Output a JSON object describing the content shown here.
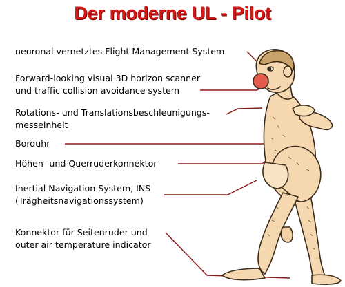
{
  "title": "Der moderne UL - Pilot",
  "labels": [
    {
      "line1": "neuronal vernetztes Flight Management System",
      "line2": ""
    },
    {
      "line1": "Forward-looking visual 3D horizon scanner",
      "line2": "und traffic collision avoidance system"
    },
    {
      "line1": "Rotations- und Translationsbeschleunigungs-",
      "line2": "messeinheit"
    },
    {
      "line1": "Borduhr",
      "line2": ""
    },
    {
      "line1": "Höhen- und Querruderkonnektor",
      "line2": ""
    },
    {
      "line1": "Inertial Navigation System, INS",
      "line2": "(Trägheitsnavigationssystem)"
    },
    {
      "line1": "Konnektor für Seitenruder und",
      "line2": "outer air temperature indicator"
    }
  ],
  "colors": {
    "title": "#d41717",
    "leader_line": "#8b1a1a",
    "skin": "#f6d8b0",
    "outline": "#3a2a1a"
  }
}
